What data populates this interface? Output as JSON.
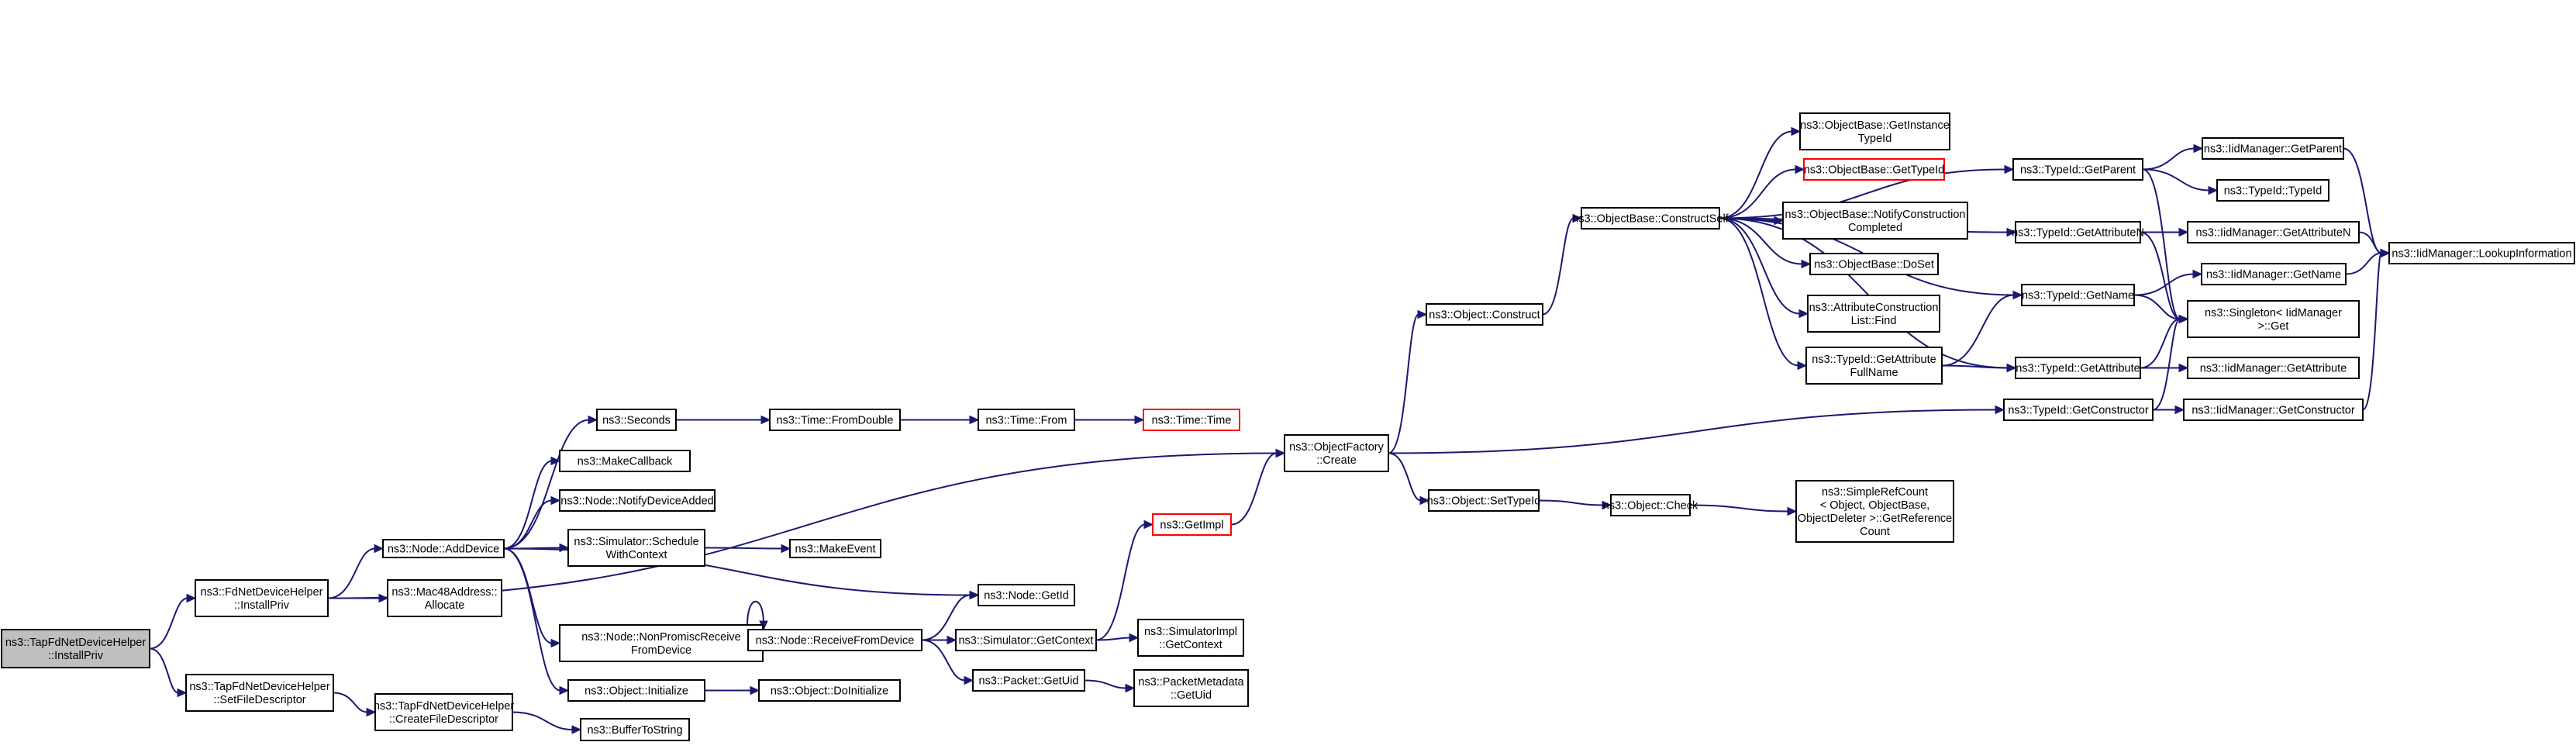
{
  "colors": {
    "edge": "#191970",
    "root_fill": "#bfbfbf",
    "missing_border": "#ff0000"
  },
  "nodes": [
    {
      "id": "root",
      "label": [
        "ns3::TapFdNetDeviceHelper",
        "::InstallPriv"
      ],
      "style": "root",
      "interactable": false
    },
    {
      "id": "fdInstallPriv",
      "label": [
        "ns3::FdNetDeviceHelper",
        "::InstallPriv"
      ],
      "style": "normal",
      "interactable": true
    },
    {
      "id": "setFileDesc",
      "label": [
        "ns3::TapFdNetDeviceHelper",
        "::SetFileDescriptor"
      ],
      "style": "normal",
      "interactable": true
    },
    {
      "id": "addDevice",
      "label": [
        "ns3::Node::AddDevice"
      ],
      "style": "normal",
      "interactable": true
    },
    {
      "id": "macAllocate",
      "label": [
        "ns3::Mac48Address::",
        "Allocate"
      ],
      "style": "normal",
      "interactable": true
    },
    {
      "id": "createFileDesc",
      "label": [
        "ns3::TapFdNetDeviceHelper",
        "::CreateFileDescriptor"
      ],
      "style": "normal",
      "interactable": true
    },
    {
      "id": "bufferToString",
      "label": [
        "ns3::BufferToString"
      ],
      "style": "normal",
      "interactable": true
    },
    {
      "id": "seconds",
      "label": [
        "ns3::Seconds"
      ],
      "style": "normal",
      "interactable": true
    },
    {
      "id": "makeCallback",
      "label": [
        "ns3::MakeCallback"
      ],
      "style": "normal",
      "interactable": true
    },
    {
      "id": "notifyDeviceAdded",
      "label": [
        "ns3::Node::NotifyDeviceAdded"
      ],
      "style": "normal",
      "interactable": true
    },
    {
      "id": "scheduleWithContext",
      "label": [
        "ns3::Simulator::Schedule",
        "WithContext"
      ],
      "style": "normal",
      "interactable": true
    },
    {
      "id": "nonPromisc",
      "label": [
        "ns3::Node::NonPromiscReceive",
        "FromDevice"
      ],
      "style": "normal",
      "interactable": true
    },
    {
      "id": "objInitialize",
      "label": [
        "ns3::Object::Initialize"
      ],
      "style": "normal",
      "interactable": true
    },
    {
      "id": "timeFromDouble",
      "label": [
        "ns3::Time::FromDouble"
      ],
      "style": "normal",
      "interactable": true
    },
    {
      "id": "makeEvent",
      "label": [
        "ns3::MakeEvent"
      ],
      "style": "normal",
      "interactable": true
    },
    {
      "id": "receiveFromDevice",
      "label": [
        "ns3::Node::ReceiveFromDevice"
      ],
      "style": "normal",
      "interactable": true
    },
    {
      "id": "doInitialize",
      "label": [
        "ns3::Object::DoInitialize"
      ],
      "style": "normal",
      "interactable": true
    },
    {
      "id": "timeFrom",
      "label": [
        "ns3::Time::From"
      ],
      "style": "normal",
      "interactable": true
    },
    {
      "id": "nodeGetId",
      "label": [
        "ns3::Node::GetId"
      ],
      "style": "normal",
      "interactable": true
    },
    {
      "id": "simGetContext",
      "label": [
        "ns3::Simulator::GetContext"
      ],
      "style": "normal",
      "interactable": true
    },
    {
      "id": "packetGetUid",
      "label": [
        "ns3::Packet::GetUid"
      ],
      "style": "normal",
      "interactable": true
    },
    {
      "id": "timeTime",
      "label": [
        "ns3::Time::Time"
      ],
      "style": "red",
      "interactable": true
    },
    {
      "id": "getImpl",
      "label": [
        "ns3::GetImpl"
      ],
      "style": "red",
      "interactable": true
    },
    {
      "id": "simImplGetContext",
      "label": [
        "ns3::SimulatorImpl",
        "::GetContext"
      ],
      "style": "normal",
      "interactable": true
    },
    {
      "id": "pmGetUid",
      "label": [
        "ns3::PacketMetadata",
        "::GetUid"
      ],
      "style": "normal",
      "interactable": true
    },
    {
      "id": "objFactoryCreate",
      "label": [
        "ns3::ObjectFactory",
        "::Create"
      ],
      "style": "normal",
      "interactable": true
    },
    {
      "id": "objConstruct",
      "label": [
        "ns3::Object::Construct"
      ],
      "style": "normal",
      "interactable": true
    },
    {
      "id": "objSetTypeId",
      "label": [
        "ns3::Object::SetTypeId"
      ],
      "style": "normal",
      "interactable": true
    },
    {
      "id": "constructSelf",
      "label": [
        "ns3::ObjectBase::ConstructSelf"
      ],
      "style": "normal",
      "interactable": true
    },
    {
      "id": "objCheck",
      "label": [
        "ns3::Object::Check"
      ],
      "style": "normal",
      "interactable": true
    },
    {
      "id": "simpleRefCount",
      "label": [
        "ns3::SimpleRefCount",
        "< Object, ObjectBase,",
        "ObjectDeleter >::GetReference",
        "Count"
      ],
      "style": "normal",
      "interactable": true
    },
    {
      "id": "getInstanceTypeId",
      "label": [
        "ns3::ObjectBase::GetInstance",
        "TypeId"
      ],
      "style": "normal",
      "interactable": true
    },
    {
      "id": "obGetTypeId",
      "label": [
        "ns3::ObjectBase::GetTypeId"
      ],
      "style": "red",
      "interactable": true
    },
    {
      "id": "notifyConstruction",
      "label": [
        "ns3::ObjectBase::NotifyConstruction",
        "Completed"
      ],
      "style": "normal",
      "interactable": true
    },
    {
      "id": "doSet",
      "label": [
        "ns3::ObjectBase::DoSet"
      ],
      "style": "normal",
      "interactable": true
    },
    {
      "id": "attrConstructionFind",
      "label": [
        "ns3::AttributeConstruction",
        "List::Find"
      ],
      "style": "normal",
      "interactable": true
    },
    {
      "id": "getAttrFullName",
      "label": [
        "ns3::TypeId::GetAttribute",
        "FullName"
      ],
      "style": "normal",
      "interactable": true
    },
    {
      "id": "typeIdGetParent",
      "label": [
        "ns3::TypeId::GetParent"
      ],
      "style": "normal",
      "interactable": true
    },
    {
      "id": "typeIdGetAttributeN",
      "label": [
        "ns3::TypeId::GetAttributeN"
      ],
      "style": "normal",
      "interactable": true
    },
    {
      "id": "typeIdGetName",
      "label": [
        "ns3::TypeId::GetName"
      ],
      "style": "normal",
      "interactable": true
    },
    {
      "id": "typeIdGetAttribute",
      "label": [
        "ns3::TypeId::GetAttribute"
      ],
      "style": "normal",
      "interactable": true
    },
    {
      "id": "typeIdGetConstructor",
      "label": [
        "ns3::TypeId::GetConstructor"
      ],
      "style": "normal",
      "interactable": true
    },
    {
      "id": "iidGetParent",
      "label": [
        "ns3::IidManager::GetParent"
      ],
      "style": "normal",
      "interactable": true
    },
    {
      "id": "typeIdTypeId",
      "label": [
        "ns3::TypeId::TypeId"
      ],
      "style": "normal",
      "interactable": true
    },
    {
      "id": "iidGetAttributeN",
      "label": [
        "ns3::IidManager::GetAttributeN"
      ],
      "style": "normal",
      "interactable": true
    },
    {
      "id": "iidGetName",
      "label": [
        "ns3::IidManager::GetName"
      ],
      "style": "normal",
      "interactable": true
    },
    {
      "id": "singletonGet",
      "label": [
        "ns3::Singleton< IidManager",
        " >::Get"
      ],
      "style": "normal",
      "interactable": true
    },
    {
      "id": "iidGetAttribute",
      "label": [
        "ns3::IidManager::GetAttribute"
      ],
      "style": "normal",
      "interactable": true
    },
    {
      "id": "iidGetConstructor",
      "label": [
        "ns3::IidManager::GetConstructor"
      ],
      "style": "normal",
      "interactable": true
    },
    {
      "id": "iidLookupInformation",
      "label": [
        "ns3::IidManager::LookupInformation"
      ],
      "style": "normal",
      "interactable": true
    }
  ],
  "edges": [
    [
      "root",
      "fdInstallPriv"
    ],
    [
      "root",
      "setFileDesc"
    ],
    [
      "fdInstallPriv",
      "addDevice"
    ],
    [
      "fdInstallPriv",
      "macAllocate"
    ],
    [
      "fdInstallPriv",
      "objFactoryCreate"
    ],
    [
      "setFileDesc",
      "createFileDesc"
    ],
    [
      "createFileDesc",
      "bufferToString"
    ],
    [
      "addDevice",
      "seconds"
    ],
    [
      "addDevice",
      "makeCallback"
    ],
    [
      "addDevice",
      "notifyDeviceAdded"
    ],
    [
      "addDevice",
      "scheduleWithContext"
    ],
    [
      "addDevice",
      "nodeGetId"
    ],
    [
      "addDevice",
      "nonPromisc"
    ],
    [
      "addDevice",
      "objInitialize"
    ],
    [
      "seconds",
      "timeFromDouble"
    ],
    [
      "timeFromDouble",
      "timeFrom"
    ],
    [
      "timeFrom",
      "timeTime"
    ],
    [
      "scheduleWithContext",
      "makeEvent"
    ],
    [
      "nonPromisc",
      "receiveFromDevice"
    ],
    [
      "receiveFromDevice",
      "nodeGetId"
    ],
    [
      "receiveFromDevice",
      "simGetContext"
    ],
    [
      "receiveFromDevice",
      "packetGetUid"
    ],
    [
      "objInitialize",
      "doInitialize"
    ],
    [
      "simGetContext",
      "getImpl"
    ],
    [
      "simGetContext",
      "simImplGetContext"
    ],
    [
      "packetGetUid",
      "pmGetUid"
    ],
    [
      "getImpl",
      "objFactoryCreate"
    ],
    [
      "objFactoryCreate",
      "objConstruct"
    ],
    [
      "objFactoryCreate",
      "objSetTypeId"
    ],
    [
      "objFactoryCreate",
      "typeIdGetConstructor"
    ],
    [
      "objConstruct",
      "constructSelf"
    ],
    [
      "objSetTypeId",
      "objCheck"
    ],
    [
      "objCheck",
      "simpleRefCount"
    ],
    [
      "constructSelf",
      "getInstanceTypeId"
    ],
    [
      "constructSelf",
      "obGetTypeId"
    ],
    [
      "constructSelf",
      "notifyConstruction"
    ],
    [
      "constructSelf",
      "doSet"
    ],
    [
      "constructSelf",
      "attrConstructionFind"
    ],
    [
      "constructSelf",
      "getAttrFullName"
    ],
    [
      "constructSelf",
      "typeIdGetParent"
    ],
    [
      "constructSelf",
      "typeIdGetAttributeN"
    ],
    [
      "constructSelf",
      "typeIdGetName"
    ],
    [
      "constructSelf",
      "typeIdGetAttribute"
    ],
    [
      "getAttrFullName",
      "typeIdGetName"
    ],
    [
      "getAttrFullName",
      "typeIdGetAttribute"
    ],
    [
      "typeIdGetParent",
      "iidGetParent"
    ],
    [
      "typeIdGetParent",
      "typeIdTypeId"
    ],
    [
      "typeIdGetParent",
      "singletonGet"
    ],
    [
      "typeIdGetAttributeN",
      "iidGetAttributeN"
    ],
    [
      "typeIdGetAttributeN",
      "singletonGet"
    ],
    [
      "typeIdGetName",
      "iidGetName"
    ],
    [
      "typeIdGetName",
      "singletonGet"
    ],
    [
      "typeIdGetAttribute",
      "iidGetAttribute"
    ],
    [
      "typeIdGetAttribute",
      "singletonGet"
    ],
    [
      "typeIdGetConstructor",
      "iidGetConstructor"
    ],
    [
      "typeIdGetConstructor",
      "singletonGet"
    ],
    [
      "iidGetParent",
      "iidLookupInformation"
    ],
    [
      "iidGetAttributeN",
      "iidLookupInformation"
    ],
    [
      "iidGetName",
      "iidLookupInformation"
    ],
    [
      "iidGetConstructor",
      "iidLookupInformation"
    ]
  ]
}
